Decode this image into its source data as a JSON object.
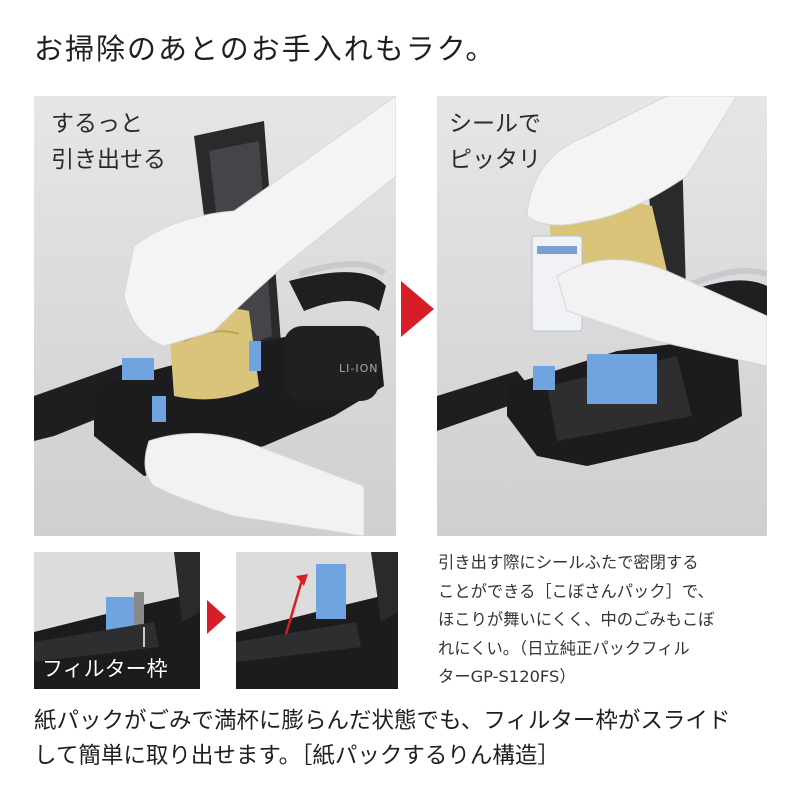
{
  "title": "お掃除のあとのお手入れもラク。",
  "left_panel": {
    "caption": [
      "するっと",
      "引き出せる"
    ],
    "body_label": "LI-ION"
  },
  "right_panel": {
    "caption": [
      "シールで",
      "ピッタリ"
    ]
  },
  "small_panel_1": {
    "label": "フィルター枠"
  },
  "description": [
    "引き出す際にシールふたで密閉する",
    "ことができる［こぼさんパック］で、",
    "ほこりが舞いにくく、中のごみもこぼ",
    "れにくい。（日立純正パックフィル",
    "ターGP-S120FS）"
  ],
  "bottom_text": [
    "紙パックがごみで満杯に膨らんだ状態でも、フィルター枠がスライド",
    "して簡単に取り出せます。［紙パックするりん構造］"
  ],
  "colors": {
    "accent_red": "#d71e28",
    "panel_bg": "#dcdcdc",
    "body_black": "#1c1c1e",
    "filter_blue": "#6fa4e0",
    "paper_bag": "#d9c47a"
  }
}
